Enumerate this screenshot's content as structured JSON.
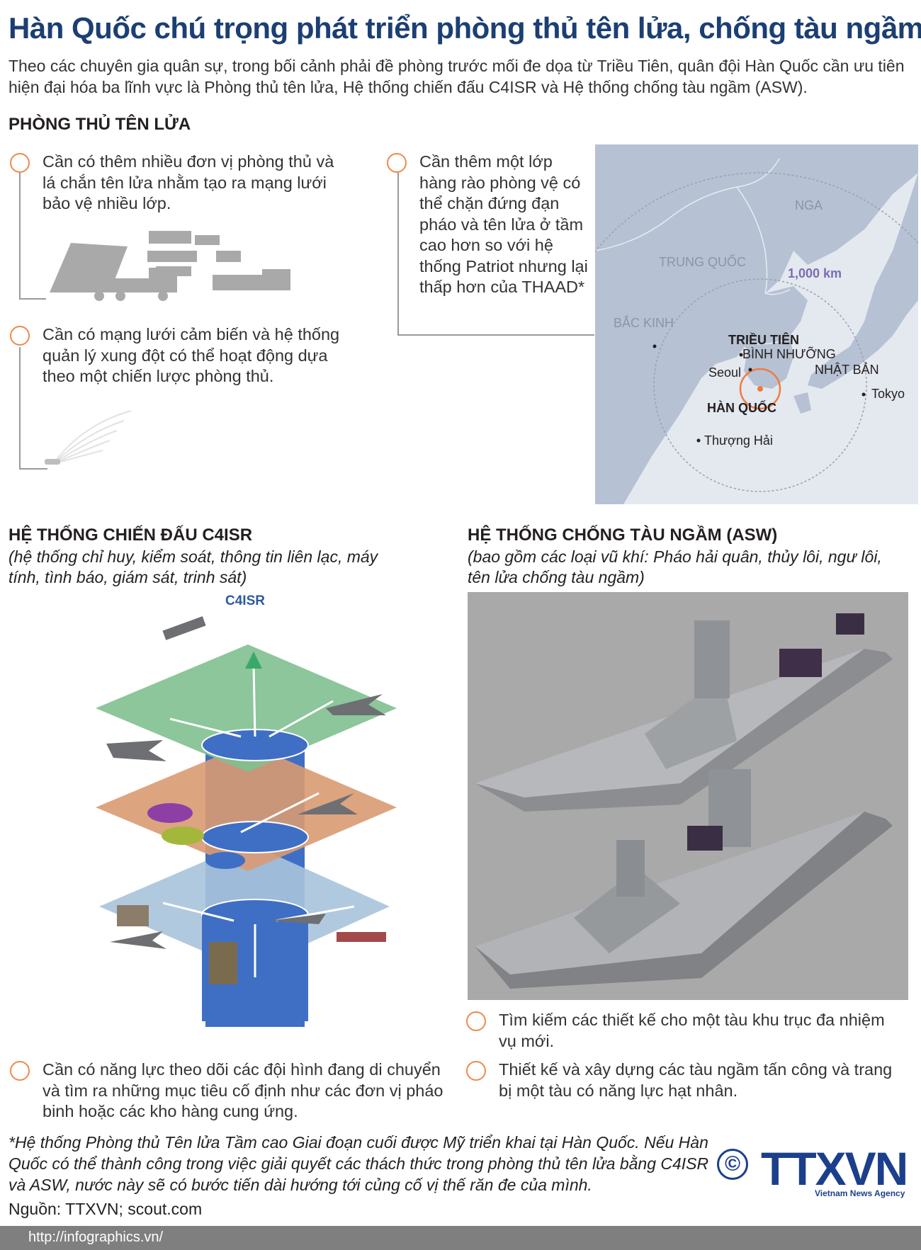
{
  "title": "Hàn Quốc chú trọng phát triển phòng thủ tên lửa, chống tàu ngầm",
  "intro": "Theo các chuyên gia quân sự, trong bối cảnh phải đề phòng trước mối đe dọa từ Triều Tiên, quân đội Hàn Quốc cần ưu tiên hiện đại hóa ba lĩnh vực là Phòng thủ tên lửa, Hệ thống chiến đấu C4ISR và Hệ thống chống tàu ngầm (ASW).",
  "missile": {
    "heading": "PHÒNG THỦ TÊN LỬA",
    "bullets": [
      "Cần có thêm nhiều đơn vị phòng thủ và lá chắn tên lửa nhằm tạo ra mạng lưới bảo vệ nhiều lớp.",
      "Cần có mạng lưới cảm biến và hệ thống quản lý xung đột có thể hoạt động dựa theo một chiến lược phòng thủ.",
      "Cần thêm một lớp hàng rào phòng vệ có thể chặn đứng đạn pháo và tên lửa ở tầm cao hơn so với hệ thống Patriot nhưng lại thấp hơn của THAAD*"
    ]
  },
  "map": {
    "labels": {
      "russia": "NGA",
      "china": "TRUNG QUỐC",
      "range": "1,000 km",
      "beijing": "BẮC KINH",
      "north_korea": "TRIỀU TIÊN",
      "pyongyang": "BÌNH NHƯỠNG",
      "japan": "NHẬT BẢN",
      "seoul": "Seoul",
      "tokyo": "Tokyo",
      "south_korea": "HÀN QUỐC",
      "shanghai": "Thượng Hải"
    },
    "colors": {
      "land": "#b6c1d3",
      "sea": "#e4e8ef",
      "accent": "#f07c3c",
      "range": "#7a6db0"
    }
  },
  "c4isr": {
    "heading": "HỆ THỐNG CHIẾN ĐẤU C4ISR",
    "subtitle": "(hệ thống chỉ huy, kiểm soát, thông tin liên lạc, máy tính, tình báo, giám sát, trinh sát)",
    "diagram_label": "C4ISR",
    "bullet": "Cần có năng lực theo dõi các đội hình đang di chuyển và tìm ra những mục tiêu cố định như các đơn vị pháo binh hoặc các kho hàng cung ứng."
  },
  "asw": {
    "heading": "HỆ THỐNG CHỐNG TÀU NGẦM (ASW)",
    "subtitle": "(bao gồm các loại vũ khí: Pháo hải quân, thủy lôi, ngư lôi, tên lửa chống tàu ngầm)",
    "bullets": [
      "Tìm kiếm các thiết kế cho một tàu khu trục đa nhiệm vụ mới.",
      "Thiết kế và xây dựng các tàu ngầm tấn công và trang bị một tàu có năng lực hạt nhân."
    ]
  },
  "footnote": "*Hệ thống Phòng thủ Tên lửa Tầm cao Giai đoạn cuối được Mỹ triển khai tại Hàn Quốc. Nếu Hàn Quốc có thể thành công trong việc giải quyết các thách thức trong phòng thủ tên lửa bằng C4ISR và ASW, nước này sẽ có bước tiến dài hướng tới củng cố vị thế răn đe của mình.",
  "source": "Nguồn: TTXVN; scout.com",
  "url": "http://infographics.vn/",
  "logo": {
    "copyright": "©",
    "name": "TTXVN",
    "tagline": "Vietnam News Agency",
    "color": "#1c3f8c"
  }
}
